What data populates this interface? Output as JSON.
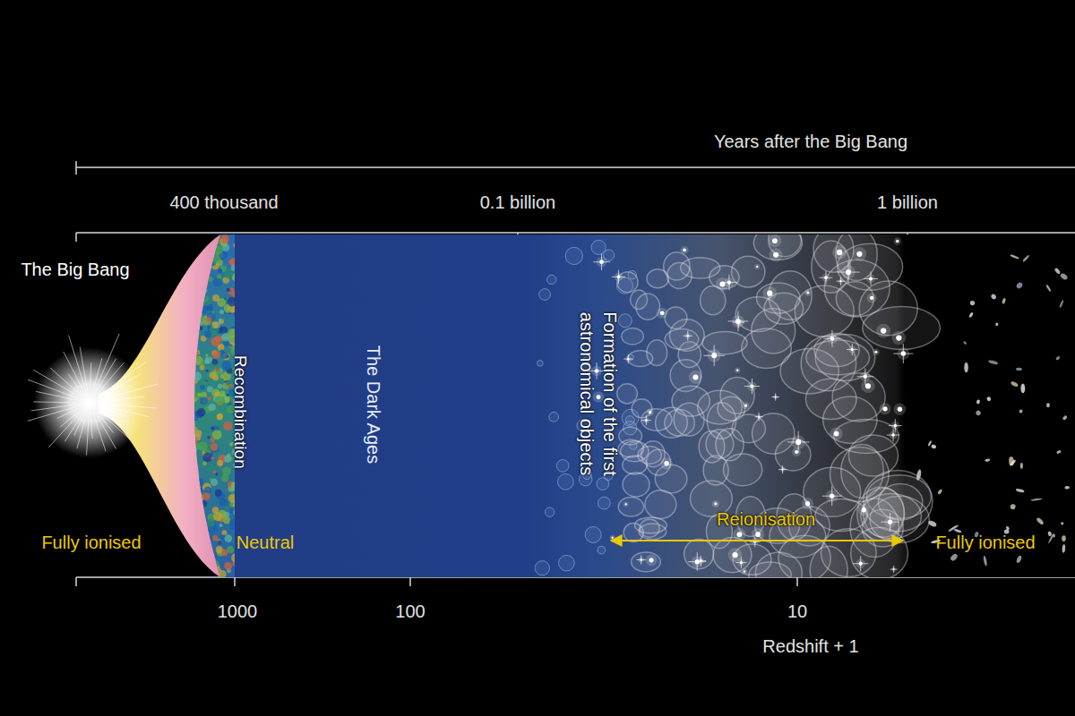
{
  "diagram": {
    "labels": [
      "Years after the Big Bang",
      "400 thousand",
      "0.1 billion",
      "1 billion",
      "The Big Bang",
      "Recombination",
      "The Dark Ages",
      "Formation of the first astronomical objects",
      "Reionisation",
      "Fully ionised",
      "Neutral",
      "Fully ionised",
      "1000",
      "100",
      "10",
      "Redshift + 1"
    ]
  }
}
